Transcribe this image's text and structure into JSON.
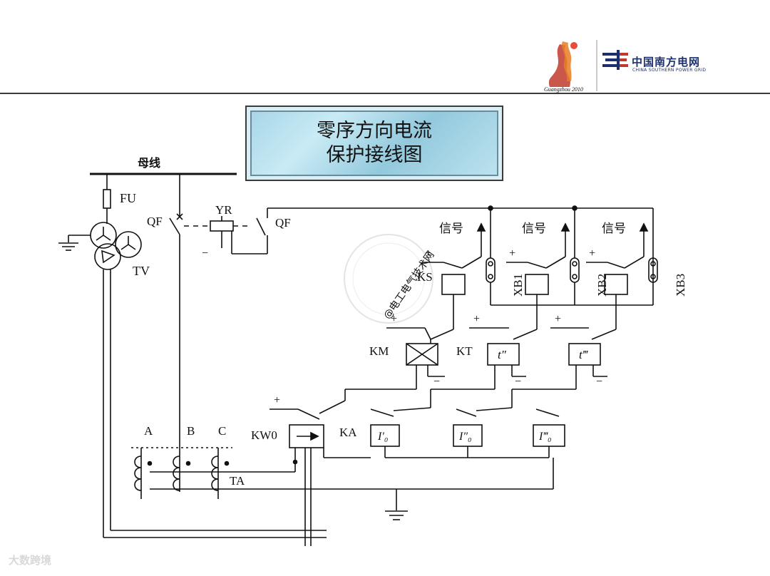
{
  "header": {
    "company_cn": "中国南方电网",
    "company_en": "CHINA SOUTHERN POWER GRID"
  },
  "title": {
    "line1": "零序方向电流",
    "line2": "保护接线图"
  },
  "labels": {
    "busbar": "母线",
    "fu": "FU",
    "qf_left": "QF",
    "yr": "YR",
    "qf_right": "QF",
    "tv": "TV",
    "signal1": "信号",
    "signal2": "信号",
    "signal3": "信号",
    "ks": "KS",
    "xb1": "XB1",
    "xb2": "XB2",
    "xb3": "XB3",
    "km": "KM",
    "kt": "KT",
    "t2": "t″",
    "t3": "t‴",
    "kw0": "KW0",
    "ka": "KA",
    "i1": "I′₀",
    "i2": "I″₀",
    "i3": "I‴₀",
    "phase_a": "A",
    "phase_b": "B",
    "phase_c": "C",
    "ta": "TA",
    "plus": "+",
    "minus": "−"
  },
  "stamp": "@电工电气技术网",
  "watermark": "大数跨境",
  "colors": {
    "line": "#111111",
    "brand_blue": "#1c2f6e",
    "brand_red": "#c0392b"
  }
}
